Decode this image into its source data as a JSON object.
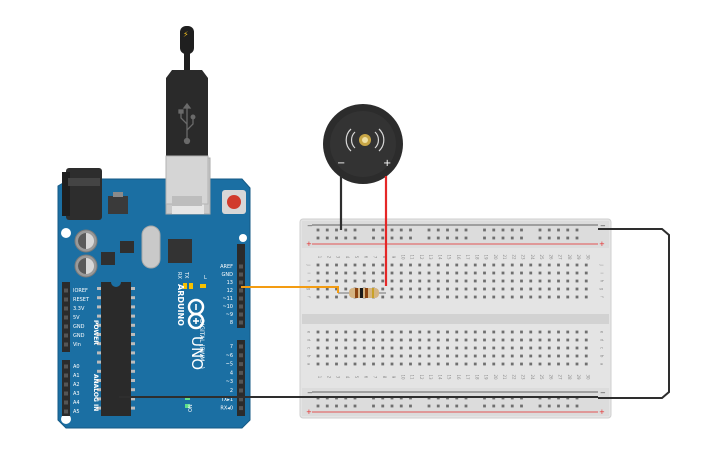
{
  "board": {
    "brand": "ARDUINO",
    "model": "UNO",
    "on_label": "ON",
    "tx_label": "TX",
    "rx_label": "RX",
    "l_label": "L",
    "power_title": "POWER",
    "analog_title": "ANALOG IN",
    "digital_title": "DIGITAL (PWM~)",
    "power_pins": [
      "IOREF",
      "RESET",
      "3.3V",
      "5V",
      "GND",
      "GND",
      "Vin"
    ],
    "analog_pins": [
      "A0",
      "A1",
      "A2",
      "A3",
      "A4",
      "A5"
    ],
    "top_header_pins": [
      "AREF",
      "GND",
      "13",
      "12",
      "~11",
      "~10",
      "~9",
      "8"
    ],
    "bottom_header_pins": [
      "7",
      "~6",
      "~5",
      "4",
      "~3",
      "2",
      "TX▸1",
      "RX◂0"
    ]
  },
  "usb": {
    "icon": "usb-icon",
    "plug_symbol": "⚡"
  },
  "buzzer": {
    "minus_label": "−",
    "plus_label": "+",
    "icon": "sound-wave-icon"
  },
  "breadboard": {
    "rail_minus": "−",
    "rail_plus": "+",
    "rows_top": [
      "j",
      "i",
      "h",
      "g",
      "f"
    ],
    "rows_bottom": [
      "e",
      "d",
      "c",
      "b",
      "a"
    ],
    "column_numbers": [
      "1",
      "2",
      "3",
      "4",
      "5",
      "6",
      "7",
      "8",
      "9",
      "10",
      "11",
      "12",
      "13",
      "14",
      "15",
      "16",
      "17",
      "18",
      "19",
      "20",
      "21",
      "22",
      "23",
      "24",
      "25",
      "26",
      "27",
      "28",
      "29",
      "30"
    ]
  },
  "wire_colors": {
    "orange": "#f39c12",
    "red": "#e52727",
    "black": "#3a3a3a"
  },
  "board_color": "#1b6fa3"
}
